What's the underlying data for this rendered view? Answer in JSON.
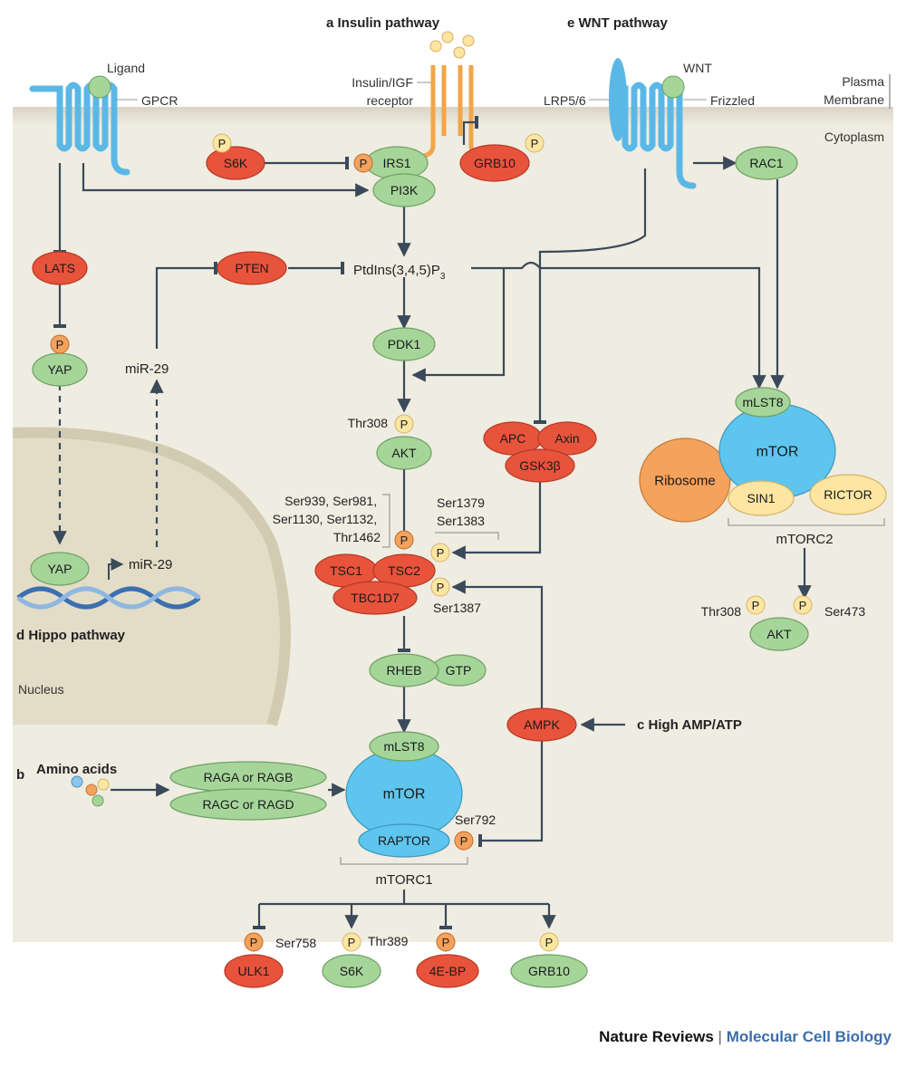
{
  "sections": {
    "a": {
      "letter": "a",
      "title": "Insulin pathway"
    },
    "b": {
      "letter": "b",
      "title": "Amino acids"
    },
    "c": {
      "letter": "c",
      "title": "High AMP/ATP"
    },
    "d": {
      "letter": "d",
      "title": "Hippo pathway"
    },
    "e": {
      "letter": "e",
      "title": "WNT pathway"
    }
  },
  "labels": {
    "ligand": "Ligand",
    "gpcr": "GPCR",
    "insulin_receptor_1": "Insulin/IGF",
    "insulin_receptor_2": "receptor",
    "wnt": "WNT",
    "frizzled": "Frizzled",
    "lrp": "LRP5/6",
    "plasma_1": "Plasma",
    "plasma_2": "Membrane",
    "cytoplasm": "Cytoplasm",
    "nucleus": "Nucleus",
    "mir29_upper": "miR-29",
    "mir29_lower": "miR-29",
    "pip3_main": "PtdIns(3,4,5)P",
    "pip3_sub": "3",
    "thr308_akt": "Thr308",
    "tsc_sites_1": "Ser939, Ser981,",
    "tsc_sites_2": "Ser1130, Ser1132,",
    "tsc_sites_3": "Thr1462",
    "gsk_sites_1": "Ser1379",
    "gsk_sites_2": "Ser1383",
    "ampk_site": "Ser1387",
    "raptor_site": "Ser792",
    "mtorc1": "mTORC1",
    "mtorc2": "mTORC2",
    "akt2_thr": "Thr308",
    "akt2_ser": "Ser473",
    "ulk1_site": "Ser758",
    "s6k_site": "Thr389",
    "phospho": "P"
  },
  "nodes": {
    "s6k_top": "S6K",
    "irs1": "IRS1",
    "grb10_top": "GRB10",
    "pi3k": "PI3K",
    "rac1": "RAC1",
    "lats": "LATS",
    "pten": "PTEN",
    "yap_cyto": "YAP",
    "yap_nuc": "YAP",
    "pdk1": "PDK1",
    "akt": "AKT",
    "apc": "APC",
    "axin": "Axin",
    "gsk3b": "GSK3β",
    "mlst8_c2": "mLST8",
    "mtor_c2": "mTOR",
    "ribosome": "Ribosome",
    "sin1": "SIN1",
    "rictor": "RICTOR",
    "tsc1": "TSC1",
    "tsc2": "TSC2",
    "tbc1d7": "TBC1D7",
    "rheb": "RHEB",
    "gtp": "GTP",
    "ampk": "AMPK",
    "akt_c2": "AKT",
    "mlst8_c1": "mLST8",
    "mtor_c1": "mTOR",
    "raptor": "RAPTOR",
    "raga": "RAGA or RAGB",
    "ragc": "RAGC or RAGD",
    "ulk1": "ULK1",
    "s6k_bottom": "S6K",
    "ebp4": "4E-BP",
    "grb10_bottom": "GRB10"
  },
  "credit": {
    "journal": "Nature Reviews",
    "separator": "|",
    "section": "Molecular Cell Biology"
  },
  "colors": {
    "red_node": "#e8533c",
    "green_node": "#a6d59a",
    "blue_node": "#5ec5ee",
    "orange_node": "#f4a25c",
    "yellow_node": "#fde6a2",
    "membrane": "#5bb8e6",
    "receptor_orange": "#f2a649",
    "arrow": "#3a4a5a",
    "cytoplasm_bg": "#efece1",
    "nucleus_bg": "#e5e0cc",
    "credit_blue": "#3d6da8"
  }
}
